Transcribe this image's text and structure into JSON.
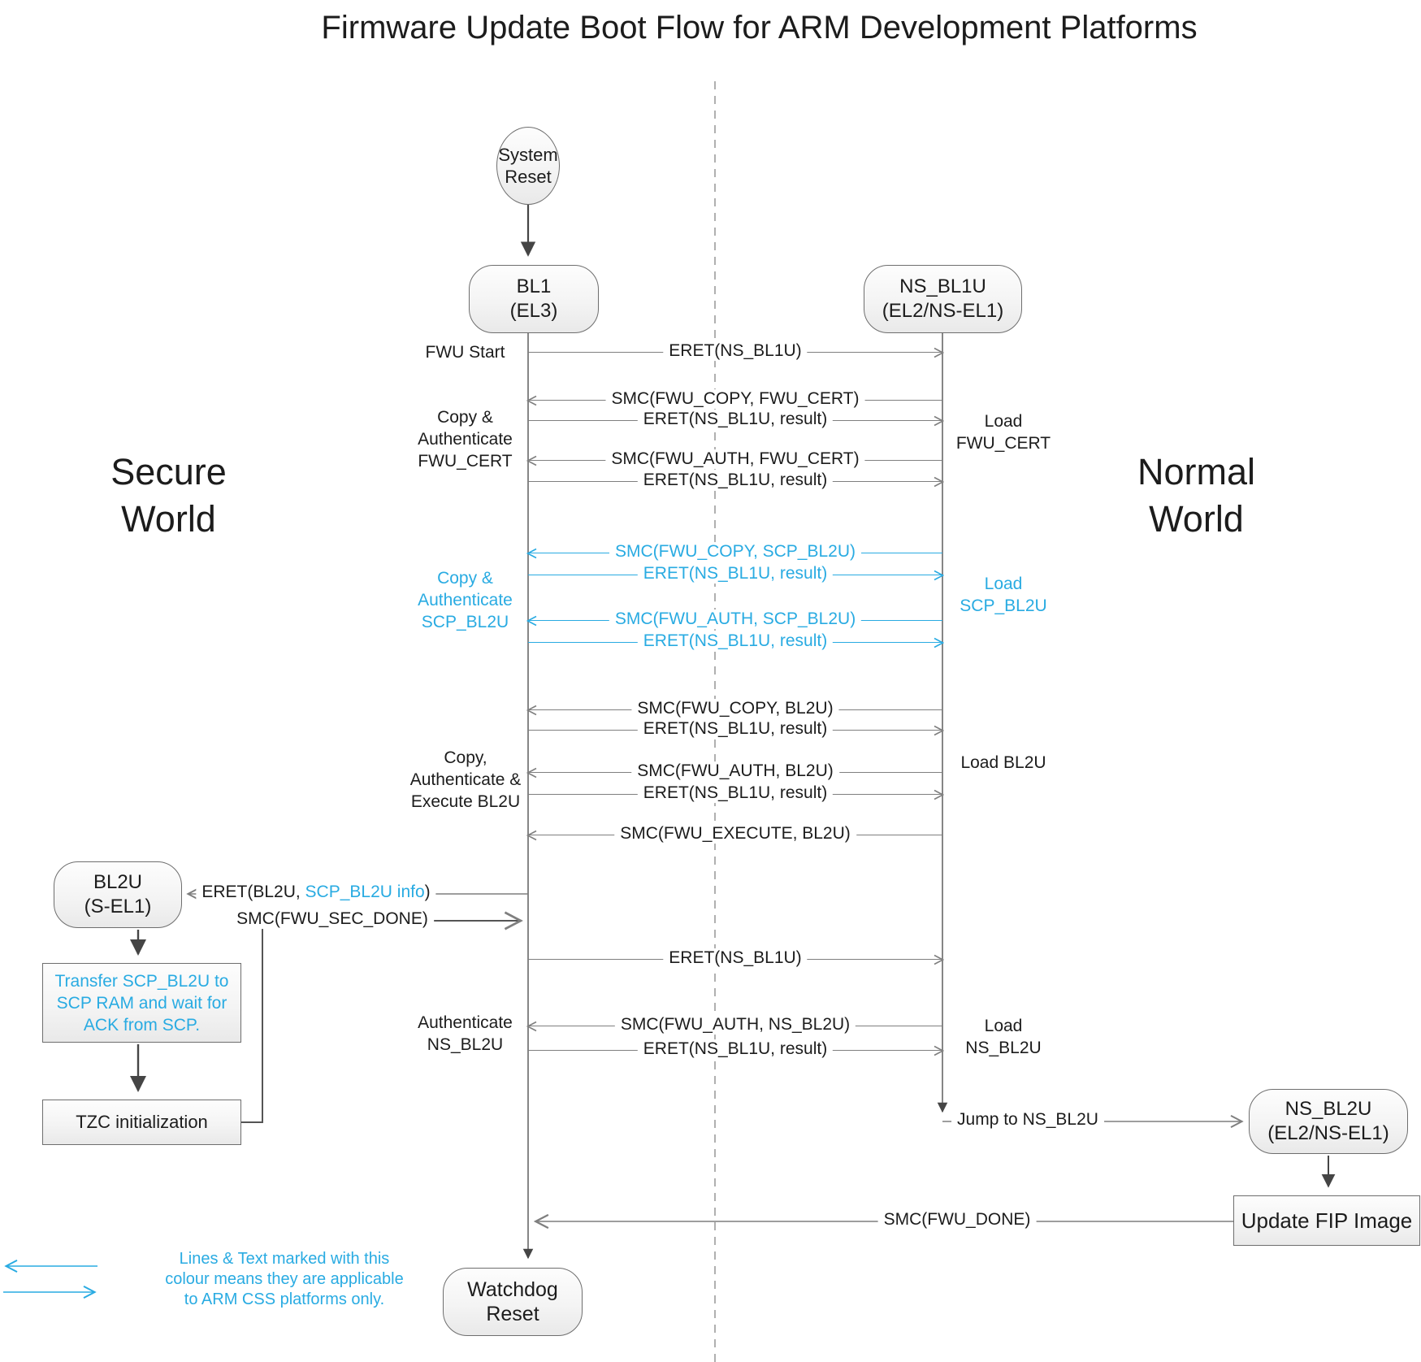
{
  "title": "Firmware Update Boot Flow for ARM Development Platforms",
  "colors": {
    "accent_blue": "#29ABE2",
    "line_gray": "#7f7f7f",
    "text": "#1c1c1c"
  },
  "worlds": {
    "secure": [
      "Secure",
      "World"
    ],
    "normal": [
      "Normal",
      "World"
    ]
  },
  "nodes": {
    "system_reset": [
      "System",
      "Reset"
    ],
    "bl1": [
      "BL1",
      "(EL3)"
    ],
    "ns_bl1u": [
      "NS_BL1U",
      "(EL2/NS-EL1)"
    ],
    "bl2u": [
      "BL2U",
      "(S-EL1)"
    ],
    "ns_bl2u": [
      "NS_BL2U",
      "(EL2/NS-EL1)"
    ],
    "transfer_scp": [
      "Transfer SCP_BL2U to",
      "SCP RAM and wait for",
      "ACK from SCP."
    ],
    "tzc_init": "TZC initialization",
    "update_fip": "Update FIP Image",
    "watchdog_reset": "Watchdog Reset"
  },
  "side_labels": {
    "fwu_start": "FWU Start",
    "copy_auth_fwu_cert": [
      "Copy &",
      "Authenticate",
      "FWU_CERT"
    ],
    "copy_auth_scp_bl2u": [
      "Copy &",
      "Authenticate",
      "SCP_BL2U"
    ],
    "copy_auth_exec_bl2u": [
      "Copy,",
      "Authenticate &",
      "Execute BL2U"
    ],
    "auth_ns_bl2u": [
      "Authenticate",
      "NS_BL2U"
    ],
    "load_fwu_cert": [
      "Load",
      "FWU_CERT"
    ],
    "load_scp_bl2u": [
      "Load",
      "SCP_BL2U"
    ],
    "load_bl2u": "Load BL2U",
    "load_ns_bl2u": [
      "Load",
      "NS_BL2U"
    ]
  },
  "messages": [
    {
      "label": "ERET(NS_BL1U)",
      "dir": "right",
      "css_only": false
    },
    {
      "label": "SMC(FWU_COPY, FWU_CERT)",
      "dir": "left",
      "css_only": false
    },
    {
      "label": "ERET(NS_BL1U, result)",
      "dir": "right",
      "css_only": false
    },
    {
      "label": "SMC(FWU_AUTH, FWU_CERT)",
      "dir": "left",
      "css_only": false
    },
    {
      "label": "ERET(NS_BL1U, result)",
      "dir": "right",
      "css_only": false
    },
    {
      "label": "SMC(FWU_COPY, SCP_BL2U)",
      "dir": "left",
      "css_only": true
    },
    {
      "label": "ERET(NS_BL1U, result)",
      "dir": "right",
      "css_only": true
    },
    {
      "label": "SMC(FWU_AUTH, SCP_BL2U)",
      "dir": "left",
      "css_only": true
    },
    {
      "label": "ERET(NS_BL1U, result)",
      "dir": "right",
      "css_only": true
    },
    {
      "label": "SMC(FWU_COPY, BL2U)",
      "dir": "left",
      "css_only": false
    },
    {
      "label": "ERET(NS_BL1U, result)",
      "dir": "right",
      "css_only": false
    },
    {
      "label": "SMC(FWU_AUTH, BL2U)",
      "dir": "left",
      "css_only": false
    },
    {
      "label": "ERET(NS_BL1U, result)",
      "dir": "right",
      "css_only": false
    },
    {
      "label": "SMC(FWU_EXECUTE, BL2U)",
      "dir": "left",
      "css_only": false
    },
    {
      "label": "ERET(NS_BL1U)",
      "dir": "right",
      "css_only": false
    },
    {
      "label": "SMC(FWU_AUTH, NS_BL2U)",
      "dir": "left",
      "css_only": false
    },
    {
      "label": "ERET(NS_BL1U, result)",
      "dir": "right",
      "css_only": false
    }
  ],
  "special_arrows": {
    "eret_bl2u": {
      "pre": "ERET(BL2U, ",
      "blue": "SCP_BL2U info",
      "post": ")"
    },
    "smc_fwu_sec_done": "SMC(FWU_SEC_DONE)",
    "jump_to_ns_bl2u": "Jump to NS_BL2U",
    "smc_fwu_done": "SMC(FWU_DONE)"
  },
  "legend": {
    "text": [
      "Lines & Text marked with this",
      "colour means they are applicable",
      "to ARM CSS platforms only."
    ]
  }
}
